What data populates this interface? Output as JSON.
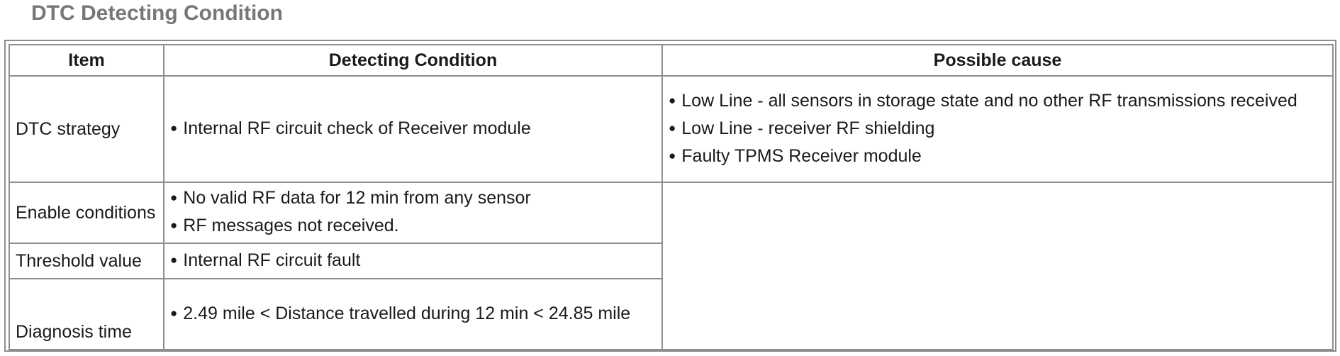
{
  "title": "DTC Detecting Condition",
  "table": {
    "headers": [
      "Item",
      "Detecting Condition",
      "Possible cause"
    ],
    "rows": [
      {
        "item": "DTC strategy",
        "condition": [
          "Internal RF circuit check of Receiver module"
        ],
        "causes": [
          "Low Line - all sensors in storage state and no other RF transmissions received",
          "Low Line - receiver RF shielding",
          "Faulty TPMS Receiver module"
        ]
      },
      {
        "item": "Enable conditions",
        "condition": [
          "No valid RF data for 12 min from any sensor",
          "RF messages not received."
        ]
      },
      {
        "item": "Threshold value",
        "condition": [
          "Internal RF circuit fault"
        ]
      },
      {
        "item": "Diagnosis time",
        "condition": [
          "2.49 mile < Distance travelled during 12 min < 24.85 mile"
        ]
      }
    ]
  }
}
